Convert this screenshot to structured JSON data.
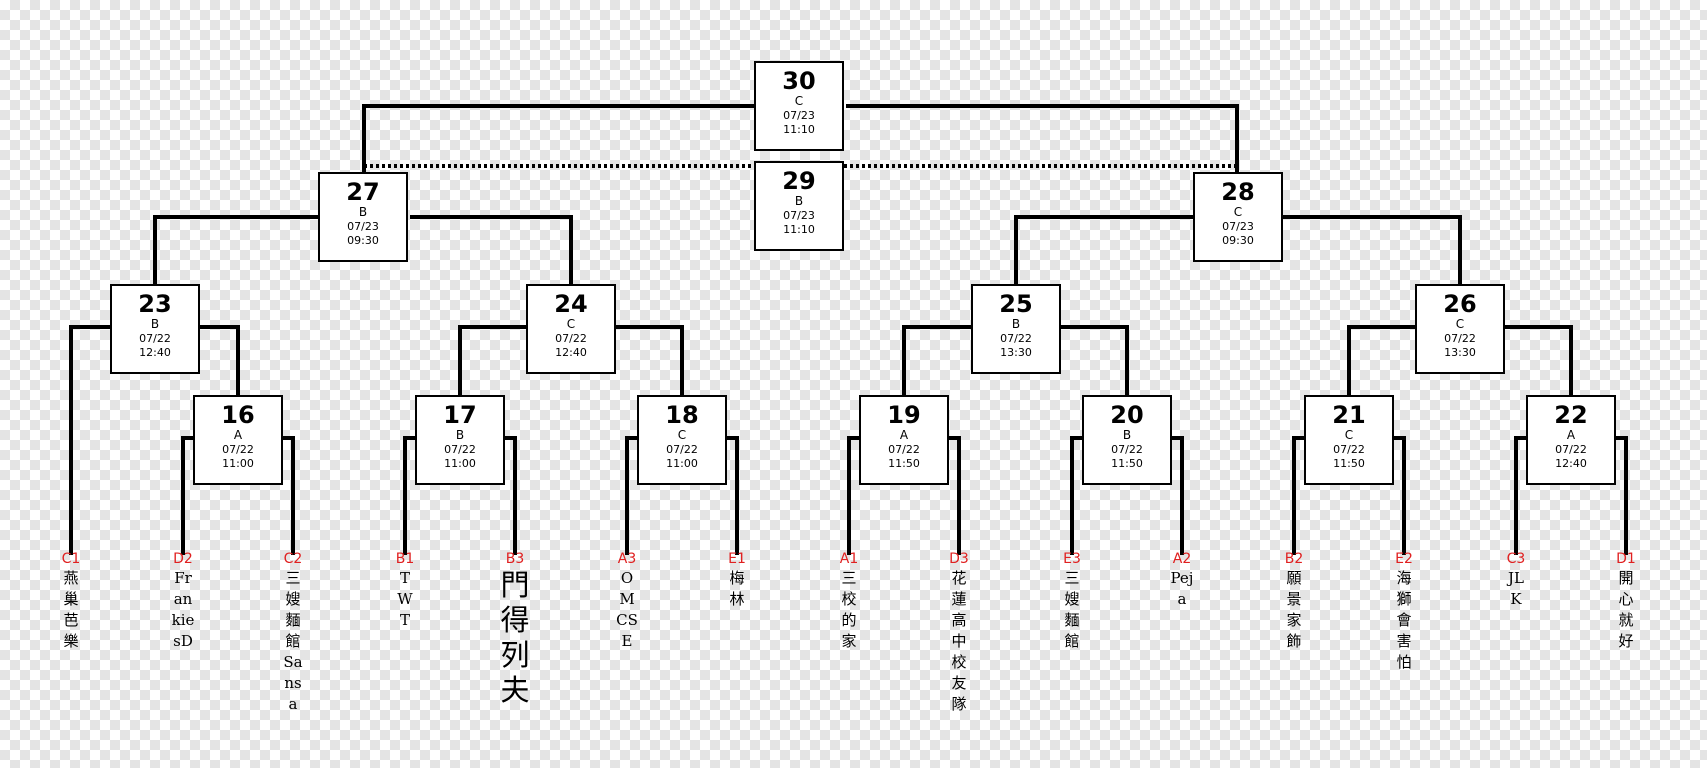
{
  "matches": {
    "m30": {
      "num": "30",
      "court": "C",
      "date": "07/23",
      "time": "11:10"
    },
    "m29": {
      "num": "29",
      "court": "B",
      "date": "07/23",
      "time": "11:10"
    },
    "m27": {
      "num": "27",
      "court": "B",
      "date": "07/23",
      "time": "09:30"
    },
    "m28": {
      "num": "28",
      "court": "C",
      "date": "07/23",
      "time": "09:30"
    },
    "m23": {
      "num": "23",
      "court": "B",
      "date": "07/22",
      "time": "12:40"
    },
    "m24": {
      "num": "24",
      "court": "C",
      "date": "07/22",
      "time": "12:40"
    },
    "m25": {
      "num": "25",
      "court": "B",
      "date": "07/22",
      "time": "13:30"
    },
    "m26": {
      "num": "26",
      "court": "C",
      "date": "07/22",
      "time": "13:30"
    },
    "m16": {
      "num": "16",
      "court": "A",
      "date": "07/22",
      "time": "11:00"
    },
    "m17": {
      "num": "17",
      "court": "B",
      "date": "07/22",
      "time": "11:00"
    },
    "m18": {
      "num": "18",
      "court": "C",
      "date": "07/22",
      "time": "11:00"
    },
    "m19": {
      "num": "19",
      "court": "A",
      "date": "07/22",
      "time": "11:50"
    },
    "m20": {
      "num": "20",
      "court": "B",
      "date": "07/22",
      "time": "11:50"
    },
    "m21": {
      "num": "21",
      "court": "C",
      "date": "07/22",
      "time": "11:50"
    },
    "m22": {
      "num": "22",
      "court": "A",
      "date": "07/22",
      "time": "12:40"
    }
  },
  "teams": [
    {
      "seed": "C1",
      "name": "燕巢芭樂"
    },
    {
      "seed": "D2",
      "name": "FrankiesD"
    },
    {
      "seed": "C2",
      "name": "三嫂麵館Sansa"
    },
    {
      "seed": "B1",
      "name": "TWT"
    },
    {
      "seed": "B3",
      "name": "門得列夫"
    },
    {
      "seed": "A3",
      "name": "OMCSE"
    },
    {
      "seed": "E1",
      "name": "梅林"
    },
    {
      "seed": "A1",
      "name": "三校的家"
    },
    {
      "seed": "D3",
      "name": "花蓮高中校友隊"
    },
    {
      "seed": "E3",
      "name": "三嫂麵館"
    },
    {
      "seed": "A2",
      "name": "Peja"
    },
    {
      "seed": "B2",
      "name": "願景家飾"
    },
    {
      "seed": "E2",
      "name": "海獅會害怕"
    },
    {
      "seed": "C3",
      "name": "JLK"
    },
    {
      "seed": "D1",
      "name": "開心就好"
    }
  ]
}
